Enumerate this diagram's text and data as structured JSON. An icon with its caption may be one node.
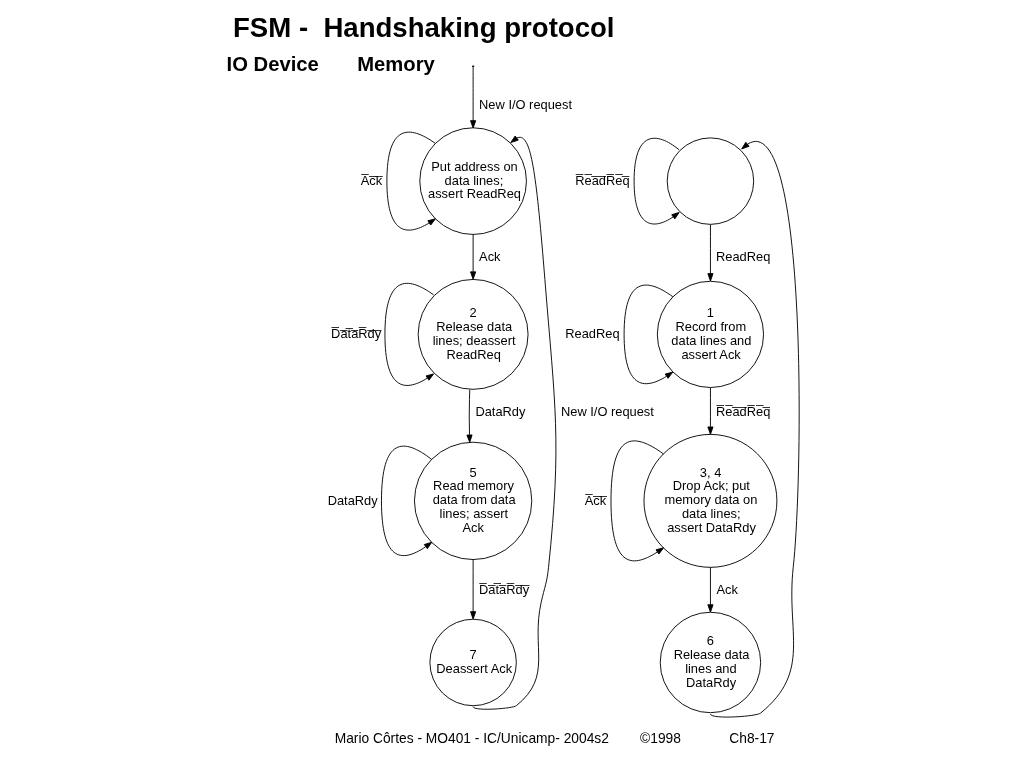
{
  "diagram": {
    "title": "FSM -  Handshaking protocol",
    "nodes": [
      {
        "text": [
          "Put address on data lines; assert ReadReq"
        ]
      },
      {
        "text": [
          "2",
          "Release data lines; deassert ReadReq"
        ]
      },
      {
        "text": [
          "5",
          "Read memory data from data lines; assert Ack"
        ]
      },
      {
        "text": [
          "7",
          "Deassert Ack"
        ]
      },
      {
        "text": [],
        "shape": "circle"
      },
      {
        "text": [
          "1",
          "Record from data lines and assert Ack"
        ]
      },
      {
        "text": [
          "3, 4",
          "Drop Ack; put memory data on data lines; assert DataRdy"
        ]
      },
      {
        "text": [
          "6",
          "Release data lines and DataRdy"
        ]
      }
    ],
    "edges": [
      {
        "from": null,
        "to": 0,
        "arrow": "to",
        "label": "New I/O request"
      },
      {
        "from": 0,
        "to": 0,
        "arrow": "to",
        "label": "A̅c̅k̅"
      },
      {
        "from": 0,
        "to": 1,
        "arrow": "to",
        "label": "Ack"
      },
      {
        "from": 1,
        "to": 1,
        "arrow": "to",
        "label": "D̅a̅t̅a̅R̅d̅y̅"
      },
      {
        "from": 1,
        "to": 2,
        "arrow": "to",
        "label": "DataRdy"
      },
      {
        "from": 2,
        "to": 2,
        "arrow": "to",
        "label": "DataRdy"
      },
      {
        "from": 2,
        "to": 3,
        "arrow": "to",
        "label": "D̅a̅t̅a̅R̅d̅y̅"
      },
      {
        "from": 3,
        "to": 0,
        "arrow": "to",
        "label": "New I/O request"
      },
      {
        "from": 4,
        "to": 4,
        "arrow": "to",
        "label": "R̅e̅a̅d̅R̅e̅q̅"
      },
      {
        "from": 4,
        "to": 5,
        "arrow": "to",
        "label": "ReadReq"
      },
      {
        "from": 5,
        "to": 5,
        "arrow": "to",
        "label": "ReadReq"
      },
      {
        "from": 5,
        "to": 6,
        "arrow": "to",
        "label": "R̅e̅a̅d̅R̅e̅q̅"
      },
      {
        "from": 6,
        "to": 6,
        "arrow": "to",
        "label": "A̅c̅k̅"
      },
      {
        "from": 6,
        "to": 7,
        "arrow": "to",
        "label": "Ack"
      },
      {
        "from": 7,
        "to": 4,
        "arrow": "to"
      }
    ],
    "labels": [
      "IO Device",
      "Memory",
      "Mario Côrtes - MO401 - IC/Unicamp- 2004s2",
      "©1998",
      "Ch8-17"
    ]
  }
}
